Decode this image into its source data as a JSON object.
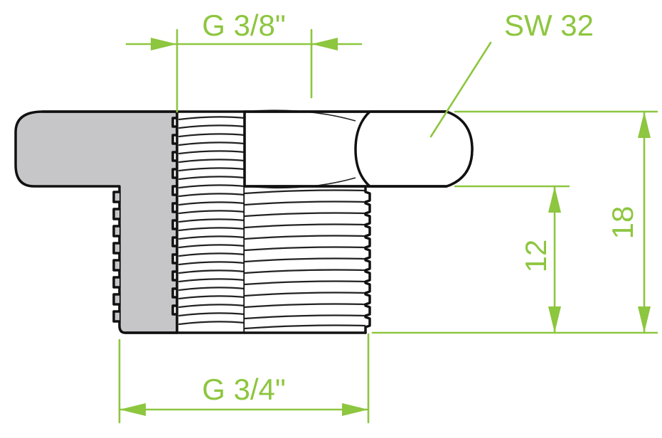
{
  "labels": {
    "inner_thread": "G 3/8\"",
    "wrench_size": "SW 32",
    "outer_thread": "G 3/4\"",
    "total_height": "18",
    "thread_length": "12"
  },
  "colors": {
    "dimension": "#8dc63f",
    "section_fill": "#c6c6c8",
    "outline": "#111111",
    "background": "#ffffff"
  }
}
